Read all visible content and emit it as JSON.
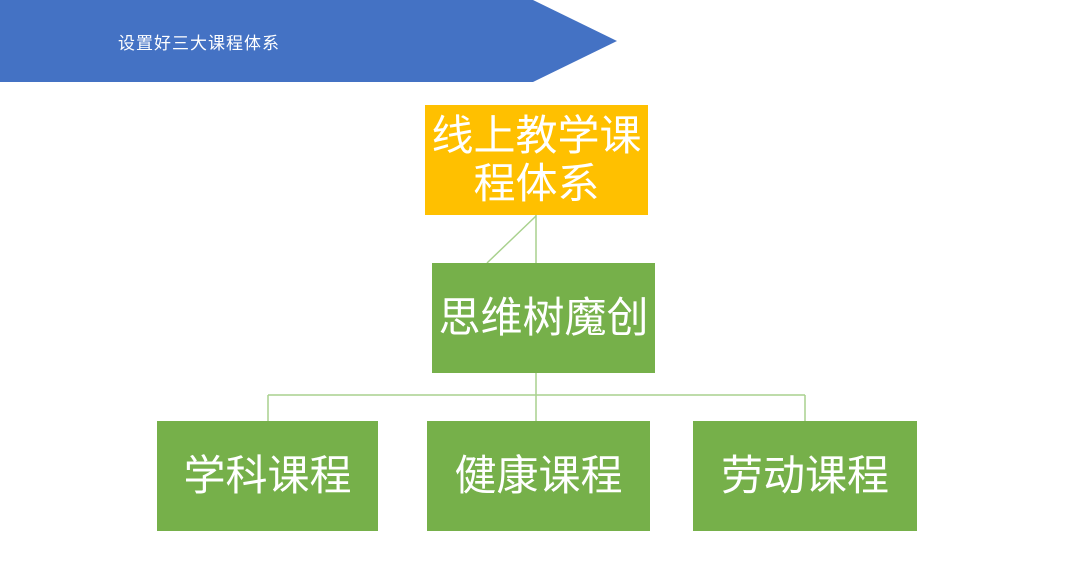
{
  "banner": {
    "label": "设置好三大课程体系"
  },
  "diagram": {
    "root": {
      "label": "线上教学课程体系"
    },
    "parent": {
      "label": "思维树魔创"
    },
    "children": [
      {
        "label": "学科课程"
      },
      {
        "label": "健康课程"
      },
      {
        "label": "劳动课程"
      }
    ]
  },
  "colors": {
    "banner_blue": "#4472C4",
    "root_orange": "#FFC000",
    "node_green": "#76B04A",
    "connector_green": "#A9D18E",
    "label_white": "#FFFFFF"
  }
}
